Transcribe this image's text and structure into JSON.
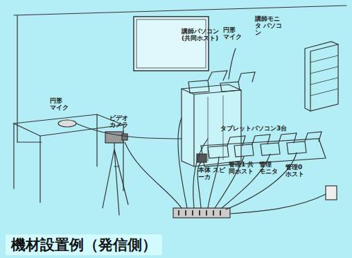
{
  "diagram": {
    "caption": "機材設置例（発信側）",
    "labels": [
      "講師パソコン (共同ホスト)",
      "円形 マイク",
      "講師モニタ パソコン",
      "円形 マイク",
      "ビデオ カメラ",
      "タブレットパソコン3台",
      "本体 スピーカ",
      "管理1 共同ホスト",
      "管理 モニタ",
      "管理0 ホスト"
    ]
  }
}
